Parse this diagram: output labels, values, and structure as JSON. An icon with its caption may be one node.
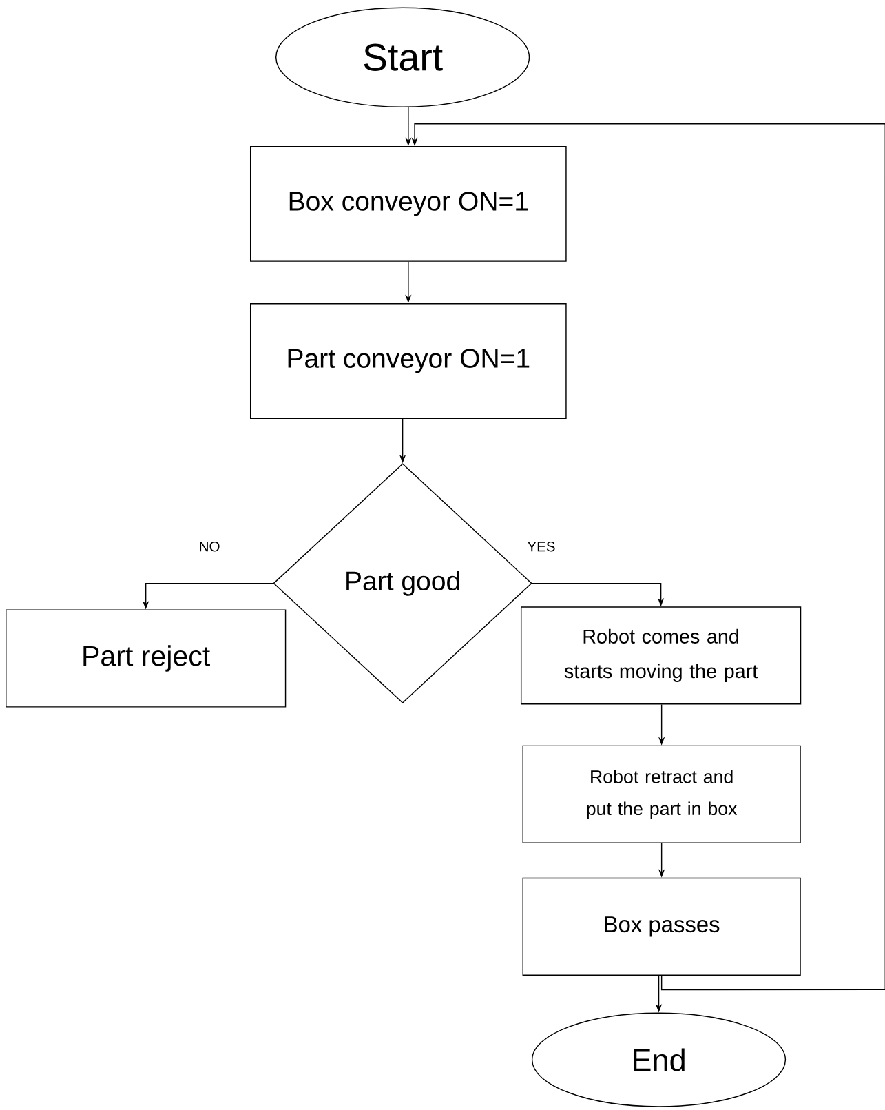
{
  "diagram": {
    "nodes": [
      {
        "text": [
          "Start"
        ]
      },
      {
        "text": [
          "Box conveyor ON=1"
        ]
      },
      {
        "text": [
          "Part conveyor ON=1"
        ]
      },
      {
        "text": [
          "Part good"
        ]
      },
      {
        "text": [
          "Part reject"
        ]
      },
      {
        "text": [
          "Robot comes and starts moving the part"
        ]
      },
      {
        "text": [
          "Robot  retract and put the part in box"
        ]
      },
      {
        "text": [
          "Box passes"
        ]
      },
      {
        "text": [
          "End"
        ]
      }
    ],
    "edges": [
      {
        "from": 0,
        "to": 1,
        "arrow": "to"
      },
      {
        "from": 1,
        "to": 2,
        "arrow": "to"
      },
      {
        "from": 2,
        "to": 3,
        "arrow": "to"
      },
      {
        "from": 3,
        "to": 4,
        "arrow": "to",
        "label": "NO"
      },
      {
        "from": 3,
        "to": 5,
        "arrow": "to",
        "label": "YES"
      },
      {
        "from": 5,
        "to": 6,
        "arrow": "to"
      },
      {
        "from": 6,
        "to": 7,
        "arrow": "to"
      },
      {
        "from": 7,
        "to": 8,
        "arrow": "to"
      },
      {
        "from": 7,
        "to": 1,
        "arrow": "to"
      }
    ]
  }
}
